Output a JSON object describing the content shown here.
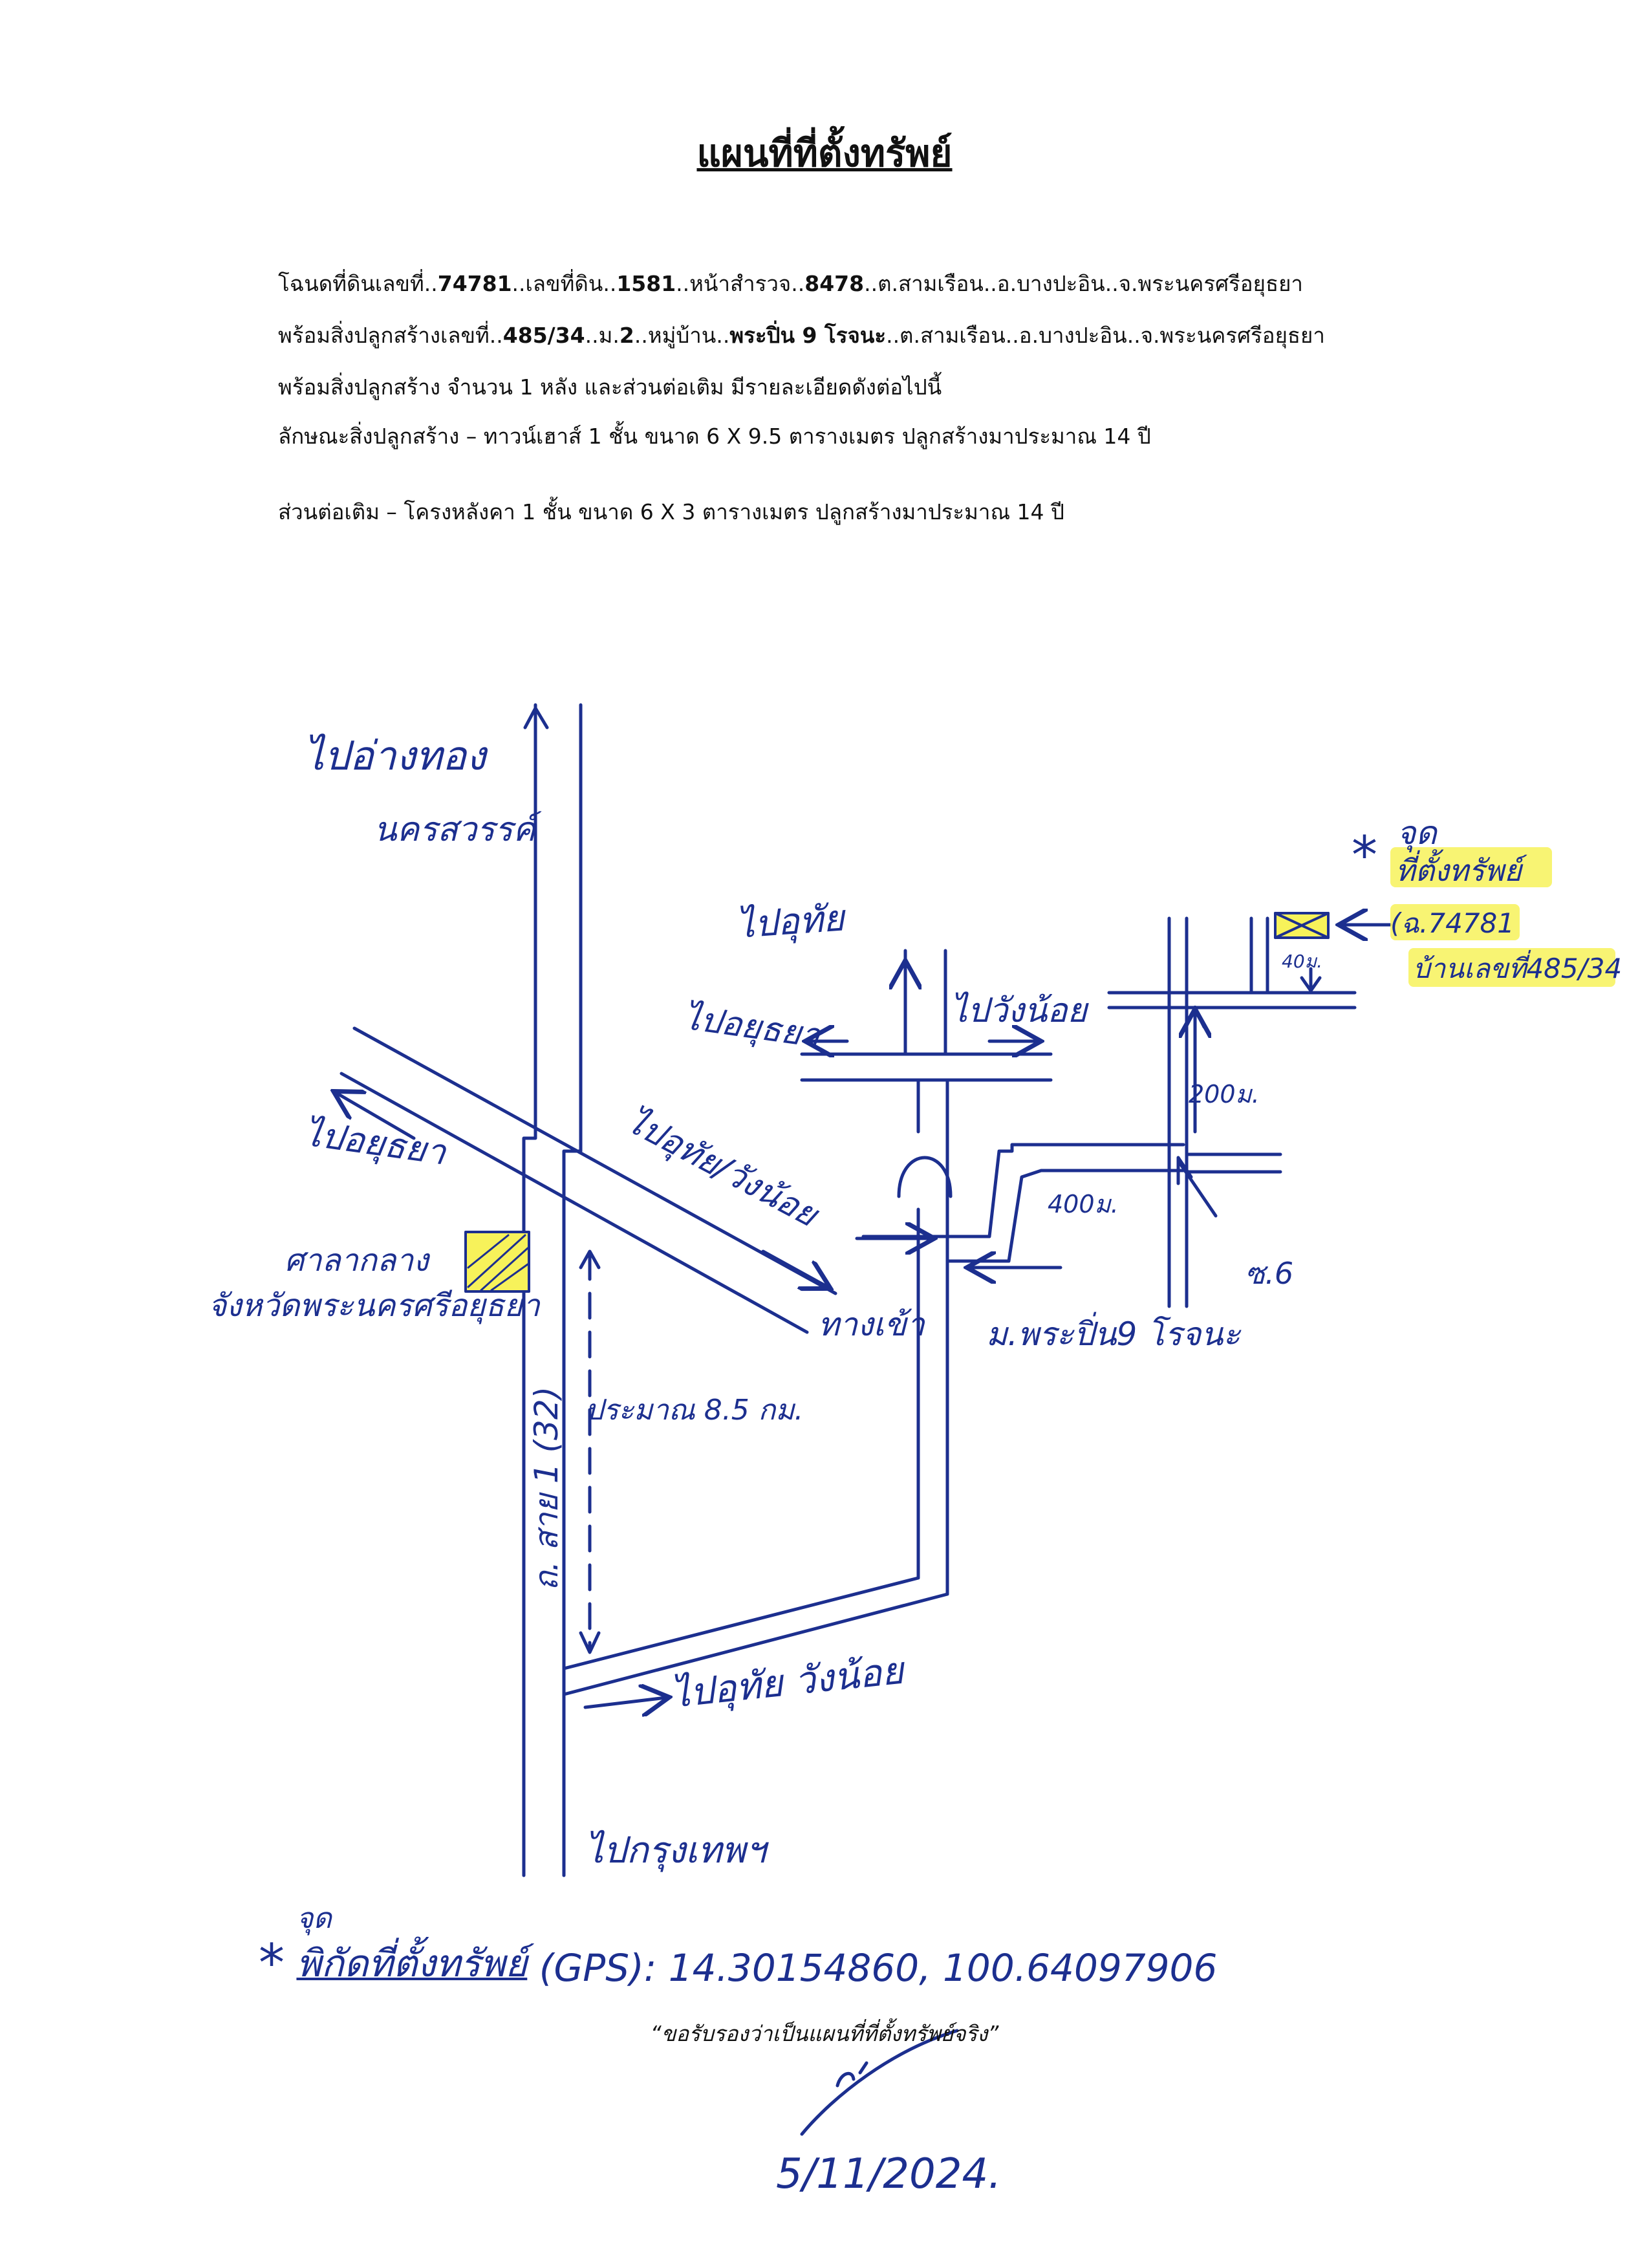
{
  "document": {
    "title": "แผนที่ที่ตั้งทรัพย์",
    "lines": {
      "l1": {
        "a": "โฉนดที่ดินเลขที่..",
        "b": "74781",
        "c": "..เลขที่ดิน..",
        "d": "1581",
        "e": "..หน้าสำรวจ..",
        "f": "8478",
        "g": "..ต.สามเรือน..อ.บางปะอิน..จ.พระนครศรีอยุธยา"
      },
      "l2": {
        "a": "พร้อมสิ่งปลูกสร้างเลขที่..",
        "b": "485/34",
        "c": "..ม.",
        "d": "2",
        "e": "..หมู่บ้าน..",
        "f": "พระปิ่น 9 โรจนะ",
        "g": "..ต.สามเรือน..อ.บางปะอิน..จ.พระนครศรีอยุธยา"
      },
      "l3": "พร้อมสิ่งปลูกสร้าง  จำนวน  1 หลัง และส่วนต่อเติม  มีรายละเอียดดังต่อไปนี้",
      "l4": "ลักษณะสิ่งปลูกสร้าง  –  ทาวน์เฮาส์  1 ชั้น  ขนาด  6 X 9.5  ตารางเมตร  ปลูกสร้างมาประมาณ  14  ปี",
      "l5": "ส่วนต่อเติม – โครงหลังคา  1 ชั้น  ขนาด  6 X 3  ตารางเมตร  ปลูกสร้างมาประมาณ  14  ปี"
    },
    "certify_caption": "“ขอรับรองว่าเป็นแผนที่ที่ตั้งทรัพย์จริง”"
  },
  "map": {
    "labels": {
      "to_ang_thong": "ไปอ่างทอง",
      "nakhon_sawan": "นครสวรรค์",
      "to_ayutthaya_left": "ไปอยุธยา",
      "to_uthai_wangnoi_diag": "ไปอุทัย/วังน้อย",
      "city_hall_line1": "ศาลากลาง",
      "city_hall_line2": "จังหวัดพระนครศรีอยุธยา",
      "to_uthai_top": "ไปอุทัย",
      "to_ayutthaya_cross": "ไปอยุธยา",
      "to_wangnoi": "ไปวังน้อย",
      "entrance": "ทางเข้า",
      "village": "ม.พระปิ่น9 โรจนะ",
      "highway": "ถ. สาย 1 (32)",
      "approx_distance": "ประมาณ 8.5 กม.",
      "to_uthai_wangnoi_bottom": "ไปอุทัย วังน้อย",
      "to_bangkok": "ไปกรุงเทพฯ",
      "dist_400": "400ม.",
      "dist_200": "200ม.",
      "dist_40": "40ม.",
      "soi_6": "ซ.6",
      "property_star": "*",
      "property_title_top": "จุด",
      "property_title": "ที่ตั้งทรัพย์",
      "deed_no": "(ฉ.74781",
      "house_no": "บ้านเลขที่485/34"
    },
    "colors": {
      "ink": "#1c2f8f",
      "highlight": "#f7f25a"
    }
  },
  "gps": {
    "star": "*",
    "label_top": "จุด",
    "label": "พิกัดที่ตั้งทรัพย์",
    "value": "(GPS): 14.30154860, 100.64097906"
  },
  "signoff": {
    "date": "5/11/2024."
  }
}
